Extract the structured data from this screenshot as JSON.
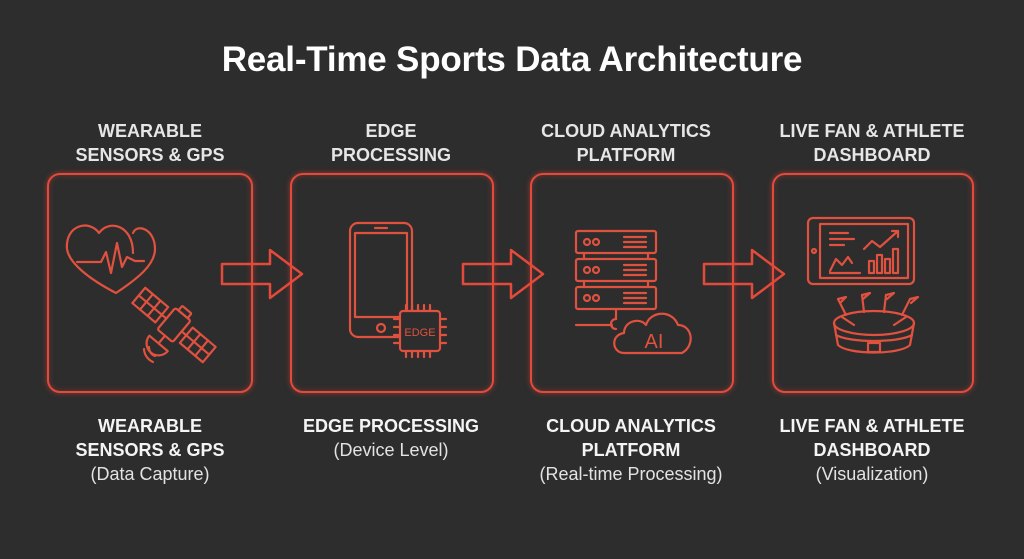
{
  "title": "Real-Time Sports Data Architecture",
  "accent_color": "#e34a3b",
  "background_color": "#2d2d2d",
  "stages": [
    {
      "top_label": [
        "WEARABLE",
        "SENSORS & GPS"
      ],
      "icon": [
        "heart-pulse-icon",
        "satellite-icon"
      ],
      "bottom_label": [
        "WEARABLE",
        "SENSORS & GPS"
      ],
      "sub_label": "(Data Capture)"
    },
    {
      "top_label": [
        "EDGE",
        "PROCESSING"
      ],
      "icon": [
        "smartphone-icon",
        "edge-chip-icon"
      ],
      "chip_text": "EDGE",
      "bottom_label": [
        "EDGE PROCESSING"
      ],
      "sub_label": "(Device Level)"
    },
    {
      "top_label": [
        "CLOUD ANALYTICS",
        "PLATFORM"
      ],
      "icon": [
        "server-rack-icon",
        "ai-cloud-icon"
      ],
      "cloud_text": "AI",
      "bottom_label": [
        "CLOUD ANALYTICS",
        "PLATFORM"
      ],
      "sub_label": "(Real-time Processing)"
    },
    {
      "top_label": [
        "LIVE FAN & ATHLETE",
        "DASHBOARD"
      ],
      "icon": [
        "tablet-chart-icon",
        "stadium-icon"
      ],
      "bottom_label": [
        "LIVE FAN & ATHLETE",
        "DASHBOARD"
      ],
      "sub_label": "(Visualization)"
    }
  ],
  "arrows": [
    "right-arrow-icon",
    "right-arrow-icon",
    "right-arrow-icon"
  ]
}
